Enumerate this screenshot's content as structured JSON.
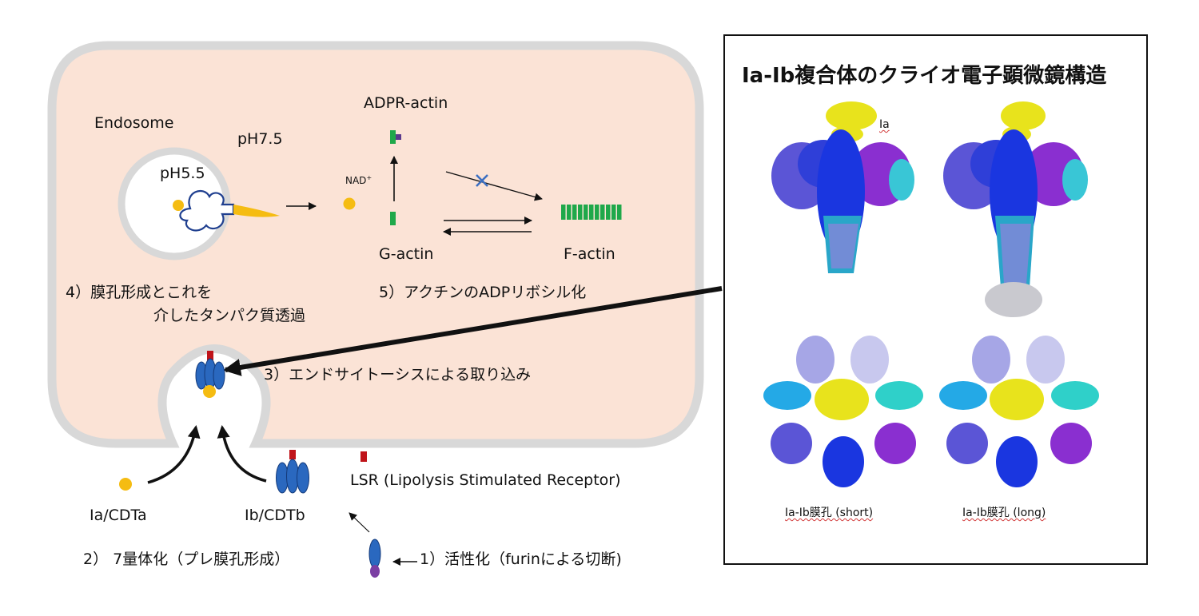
{
  "labels": {
    "endosome": "Endosome",
    "ph_cytosol": "pH7.5",
    "ph_endosome": "pH5.5",
    "nad": "NAD",
    "nad_sup": "+",
    "adpr_actin": "ADPR-actin",
    "g_actin": "G-actin",
    "f_actin": "F-actin",
    "step4_line1": "4）膜孔形成とこれを",
    "step4_line2": "介したタンパク質透過",
    "step5": "5）アクチンのADPリボシル化",
    "step3": "3）エンドサイトーシスによる取り込み",
    "lsr": "LSR (Lipolysis Stimulated  Receptor)",
    "ia_cdta": "Ia/CDTa",
    "ib_cdtb": "Ib/CDTb",
    "step2": "2） 7量体化（プレ膜孔形成）",
    "step1": "1）活性化（furinによる切断)"
  },
  "panel": {
    "title": "Ia-Ib複合体のクライオ電子顕微鏡構造",
    "ia_label": "Ia",
    "caption_short": "Ia-Ib膜孔 (short)",
    "caption_long": "Ia-Ib膜孔 (long)"
  },
  "colors": {
    "cell_fill": "#fbe3d6",
    "cell_border": "#d8d8d8",
    "ia_yellow": "#f5bc12",
    "ib_blue": "#2a68bf",
    "actin_green": "#1fa84a",
    "lsr_red": "#c0141a",
    "adpr_purple": "#5a3a8c",
    "inhibit_x": "#3b6fc2"
  },
  "icons": [
    "arrow-right-icon",
    "inhibited-x-icon",
    "red-receptor-icon",
    "heptamer-icon"
  ]
}
